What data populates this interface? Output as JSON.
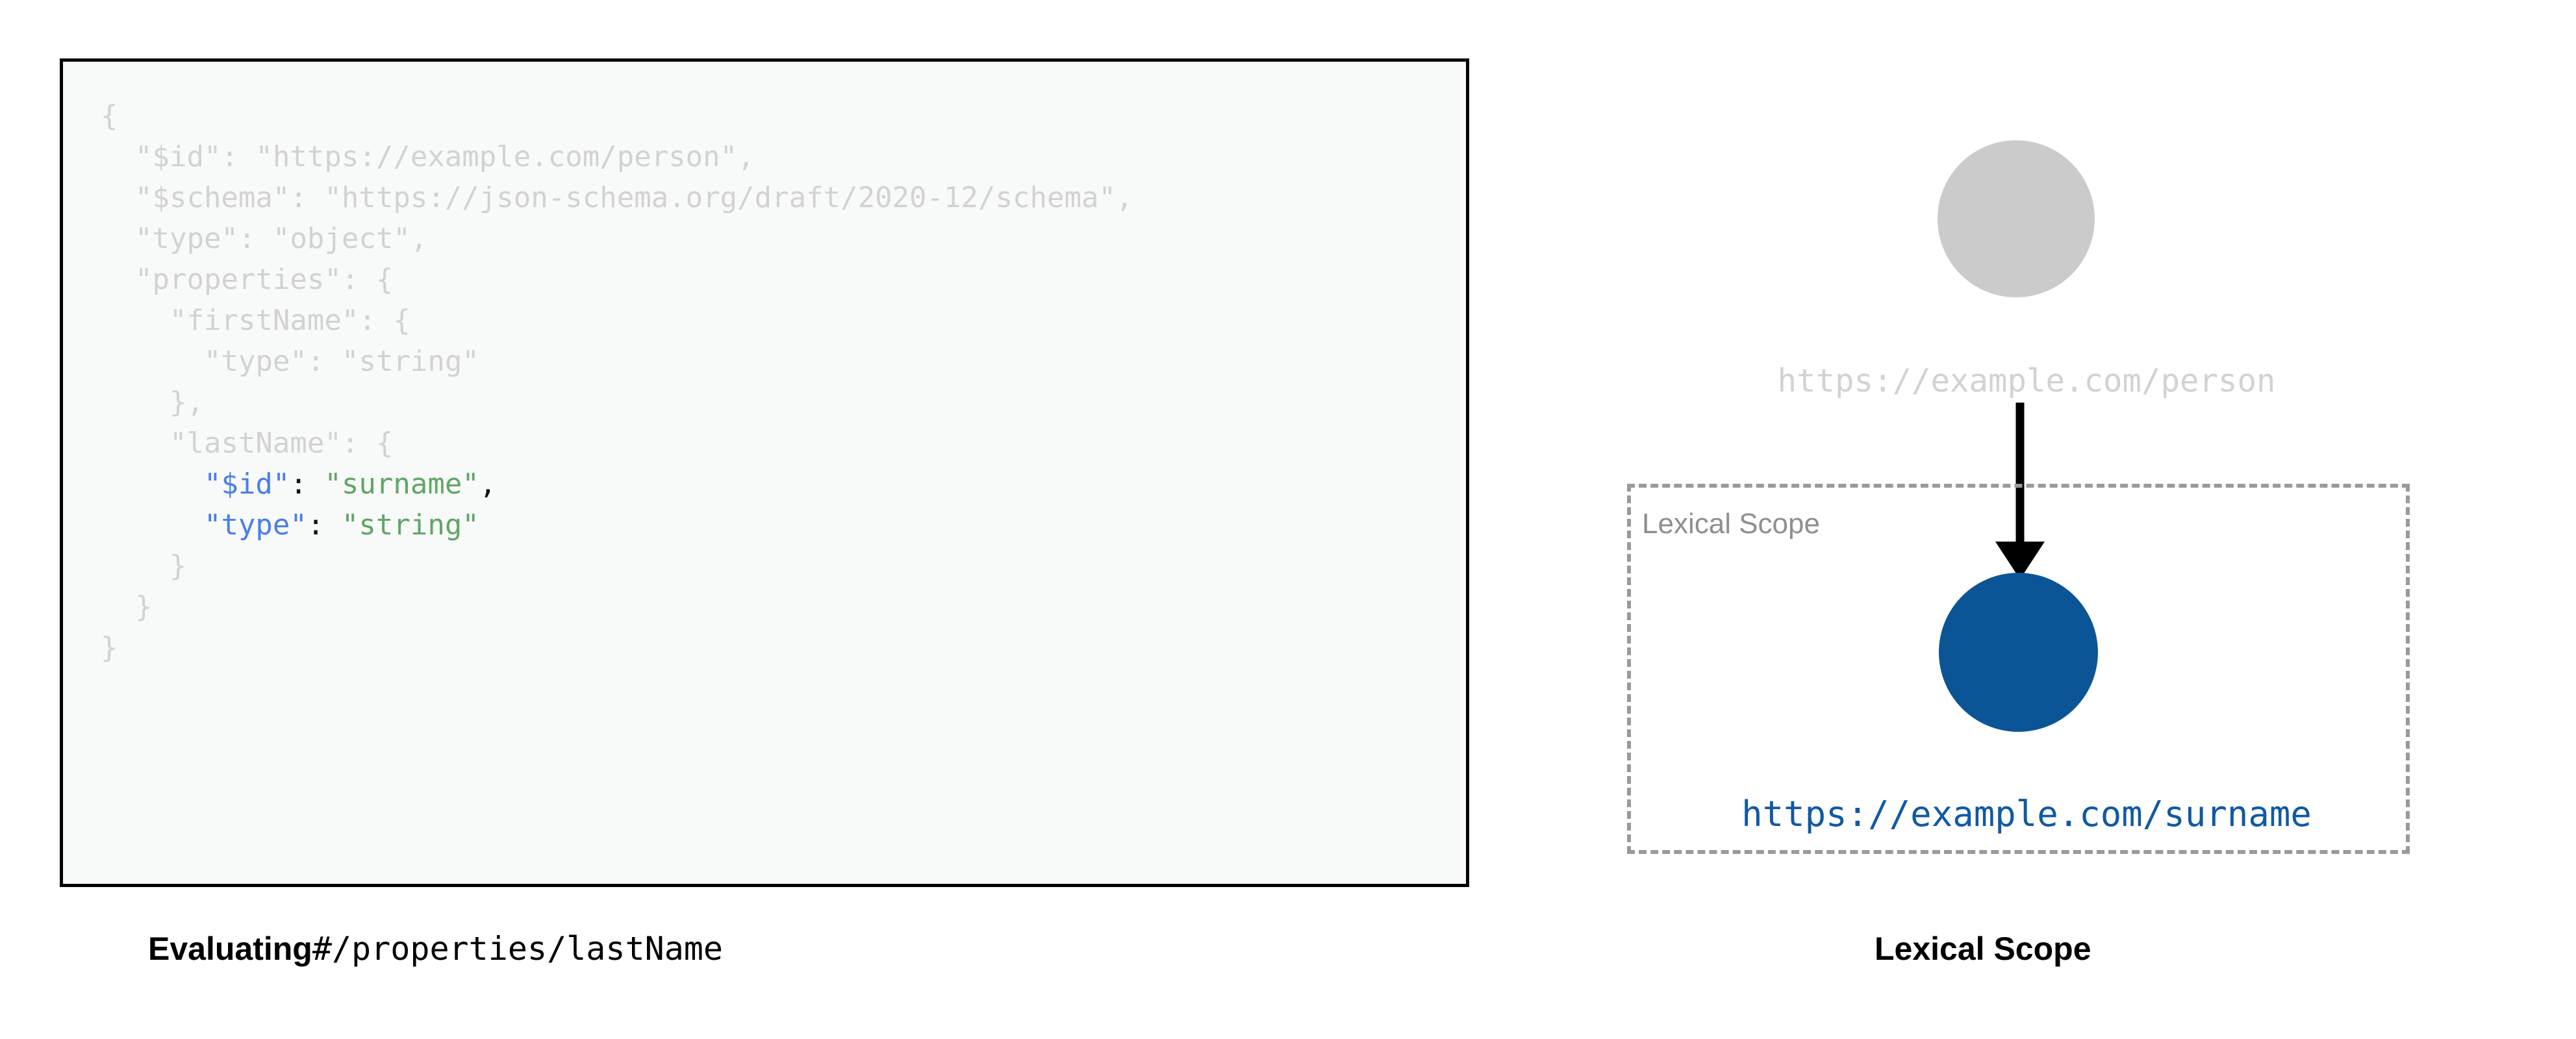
{
  "code_panel": {
    "language": "json",
    "lines": [
      {
        "indent": 0,
        "tokens": [
          {
            "t": "{",
            "c": "dim"
          }
        ]
      },
      {
        "indent": 1,
        "tokens": [
          {
            "t": "\"$id\": \"https://example.com/person\",",
            "c": "dim"
          }
        ]
      },
      {
        "indent": 1,
        "tokens": [
          {
            "t": "\"$schema\": \"https://json-schema.org/draft/2020-12/schema\",",
            "c": "dim"
          }
        ]
      },
      {
        "indent": 1,
        "tokens": [
          {
            "t": "\"type\": \"object\",",
            "c": "dim"
          }
        ]
      },
      {
        "indent": 1,
        "tokens": [
          {
            "t": "\"properties\": {",
            "c": "dim"
          }
        ]
      },
      {
        "indent": 2,
        "tokens": [
          {
            "t": "\"firstName\": {",
            "c": "dim"
          }
        ]
      },
      {
        "indent": 3,
        "tokens": [
          {
            "t": "\"type\": \"string\"",
            "c": "dim"
          }
        ]
      },
      {
        "indent": 2,
        "tokens": [
          {
            "t": "},",
            "c": "dim"
          }
        ]
      },
      {
        "indent": 2,
        "tokens": [
          {
            "t": "\"lastName\": {",
            "c": "dim"
          }
        ]
      },
      {
        "indent": 3,
        "tokens": [
          {
            "t": "\"$id\"",
            "c": "key"
          },
          {
            "t": ":",
            "c": "punc"
          },
          {
            "t": " \"surname\"",
            "c": "str"
          },
          {
            "t": ",",
            "c": "punc"
          }
        ]
      },
      {
        "indent": 3,
        "tokens": [
          {
            "t": "\"type\"",
            "c": "key"
          },
          {
            "t": ":",
            "c": "punc"
          },
          {
            "t": " \"string\"",
            "c": "str"
          }
        ]
      },
      {
        "indent": 2,
        "tokens": [
          {
            "t": "}",
            "c": "dim"
          }
        ]
      },
      {
        "indent": 1,
        "tokens": [
          {
            "t": "}",
            "c": "dim"
          }
        ]
      },
      {
        "indent": 0,
        "tokens": [
          {
            "t": "}",
            "c": "dim"
          }
        ]
      }
    ]
  },
  "captions": {
    "left_bold": "Evaluating",
    "left_mono": "#/properties/lastName",
    "right": "Lexical Scope"
  },
  "diagram": {
    "root_node": {
      "label": "https://example.com/person",
      "color": "#cbcbcb",
      "label_color": "#d2d2d2"
    },
    "arrow": {
      "name": "downward-arrow",
      "color": "#000000"
    },
    "lexical_scope_box": {
      "label": "Lexical Scope",
      "border_color": "#9a9a9a",
      "border_style": "dashed",
      "label_color": "#8f8f8f"
    },
    "scoped_node": {
      "label": "https://example.com/surname",
      "color": "#0b5596",
      "label_color": "#1059a5"
    }
  },
  "colors": {
    "code_dim": "#d2d2d2",
    "code_key": "#4a7fe8",
    "code_string": "#5fa764",
    "code_punctuation": "#111111",
    "code_background": "#f8f9f9",
    "code_border": "#000000",
    "accent_blue": "#0b5596",
    "muted_gray": "#cbcbcb"
  }
}
